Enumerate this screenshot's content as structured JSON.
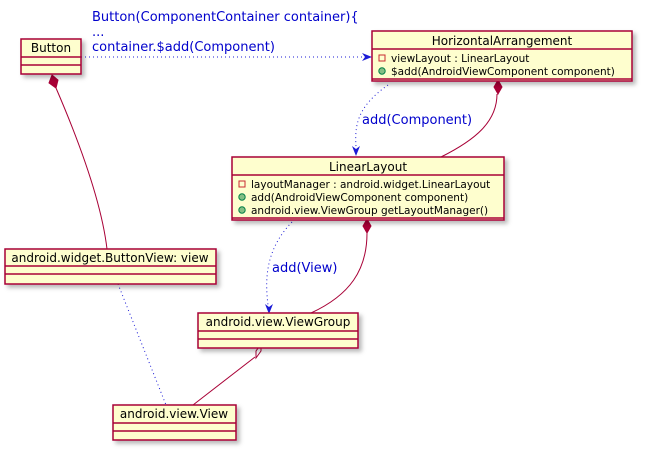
{
  "note": {
    "line1": "Button(ComponentContainer container){",
    "line2": "...",
    "line3": "container.$add(Component)"
  },
  "classes": {
    "button": {
      "name": "Button"
    },
    "horizontal": {
      "name": "HorizontalArrangement",
      "members": [
        {
          "visibility": "-",
          "text": "viewLayout : LinearLayout"
        },
        {
          "visibility": "+",
          "text": "$add(AndroidViewComponent component)"
        }
      ]
    },
    "linear": {
      "name": "LinearLayout",
      "members": [
        {
          "visibility": "-",
          "text": "layoutManager : android.widget.LinearLayout"
        },
        {
          "visibility": "+",
          "text": "add(AndroidViewComponent component)"
        },
        {
          "visibility": "+",
          "text": "android.view.ViewGroup getLayoutManager()"
        }
      ]
    },
    "buttonview": {
      "name": "android.widget.ButtonView: view"
    },
    "viewgroup": {
      "name": "android.view.ViewGroup"
    },
    "view": {
      "name": "android.view.View"
    }
  },
  "labels": {
    "add_component": "add(Component)",
    "add_view": "add(View)"
  },
  "colors": {
    "box_fill": "#fefece",
    "box_border": "#a80036",
    "dotted_arrow": "#1b1bd6",
    "label": "#0000cc",
    "private_marker": "#c82930",
    "public_marker": "#038048"
  }
}
